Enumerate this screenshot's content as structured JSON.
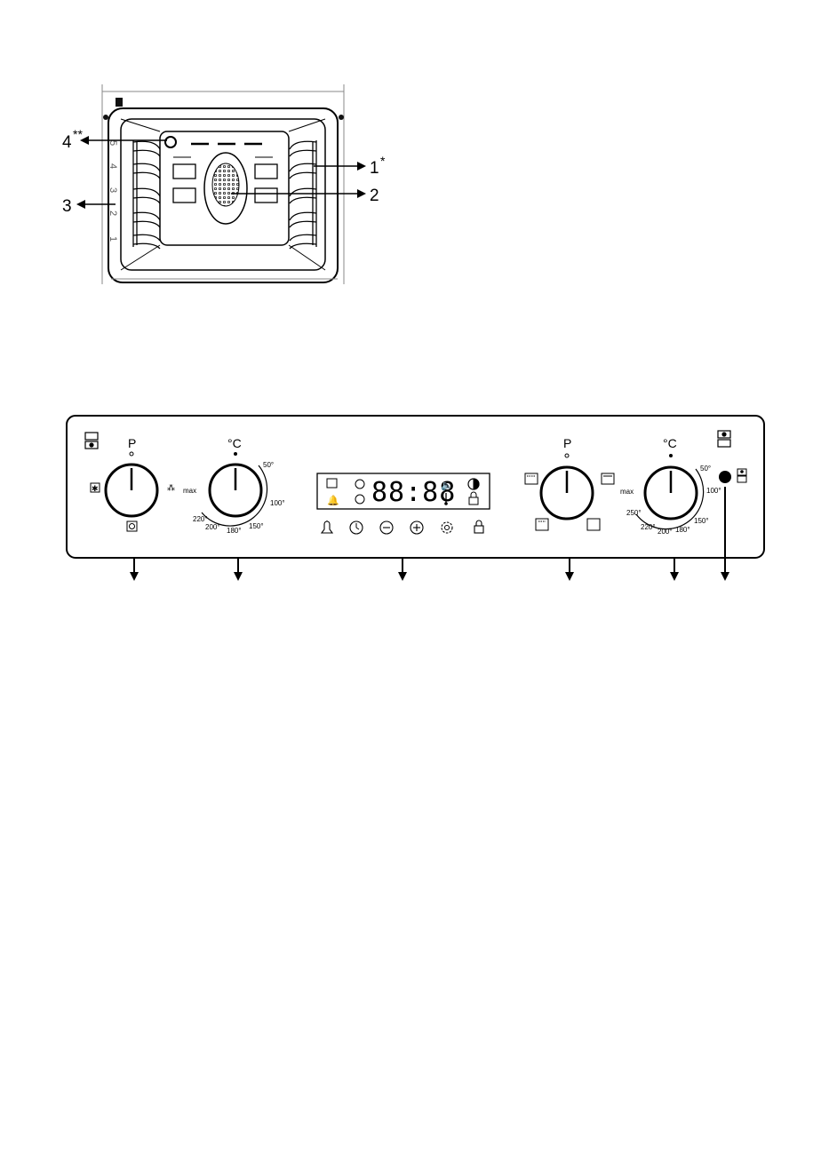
{
  "oven_diagram": {
    "callouts": [
      {
        "num": "4",
        "sup": "**"
      },
      {
        "num": "1",
        "sup": "*"
      },
      {
        "num": "2",
        "sup": ""
      },
      {
        "num": "3",
        "sup": ""
      }
    ],
    "shelf_levels": [
      "5",
      "4",
      "3",
      "2",
      "1"
    ]
  },
  "control_panel": {
    "left_function_dial": {
      "label": "P",
      "side_label": "max"
    },
    "left_temp_dial": {
      "label": "°C",
      "max_label": "max",
      "ticks": [
        "50°",
        "100°",
        "150°",
        "180°",
        "200°",
        "220°"
      ]
    },
    "display": {
      "time": "88:88"
    },
    "right_function_dial": {
      "label": "P"
    },
    "right_temp_dial": {
      "label": "°C",
      "max_label": "max",
      "ticks": [
        "50°",
        "100°",
        "150°",
        "180°",
        "200°",
        "220°",
        "250°"
      ]
    }
  }
}
